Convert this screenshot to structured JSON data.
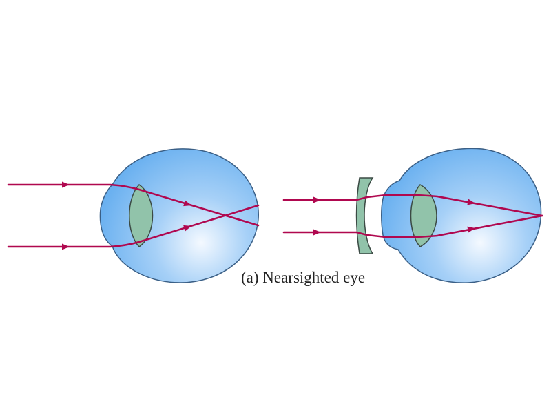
{
  "caption": "(a) Nearsighted eye",
  "colors": {
    "background": "#ffffff",
    "eyeball_edge": "#3a5f86",
    "eyeball_light": "#f4f9ff",
    "eyeball_mid": "#a6d0f7",
    "eyeball_dark": "#6bb1f0",
    "lens_fill": "#91c3aa",
    "lens_edge": "#3b4a44",
    "ray": "#b0084f"
  },
  "figures": [
    {
      "name": "uncorrected-eye",
      "corrected": false
    },
    {
      "name": "corrected-eye",
      "corrected": true,
      "corrective_lens": "diverging"
    }
  ]
}
